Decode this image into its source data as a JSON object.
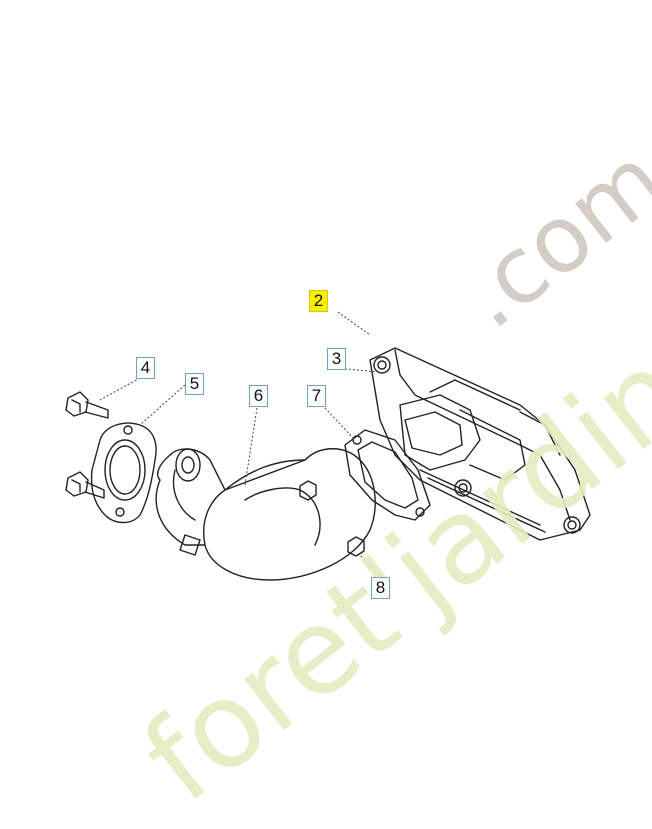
{
  "callouts": [
    {
      "id": "part-2",
      "label": "2",
      "highlighted": true
    },
    {
      "id": "part-3",
      "label": "3",
      "highlighted": false
    },
    {
      "id": "part-4",
      "label": "4",
      "highlighted": false
    },
    {
      "id": "part-5",
      "label": "5",
      "highlighted": false
    },
    {
      "id": "part-6",
      "label": "6",
      "highlighted": false
    },
    {
      "id": "part-7",
      "label": "7",
      "highlighted": false
    },
    {
      "id": "part-8",
      "label": "8",
      "highlighted": false
    }
  ],
  "watermark": {
    "site": "foret'jardin",
    "tld": ".com"
  },
  "colors": {
    "highlight": "#f6f000",
    "callout_border": "#6fa6c4",
    "watermark_green": "#e3edc0",
    "watermark_gray": "#cfc8c0",
    "line": "#222222"
  }
}
